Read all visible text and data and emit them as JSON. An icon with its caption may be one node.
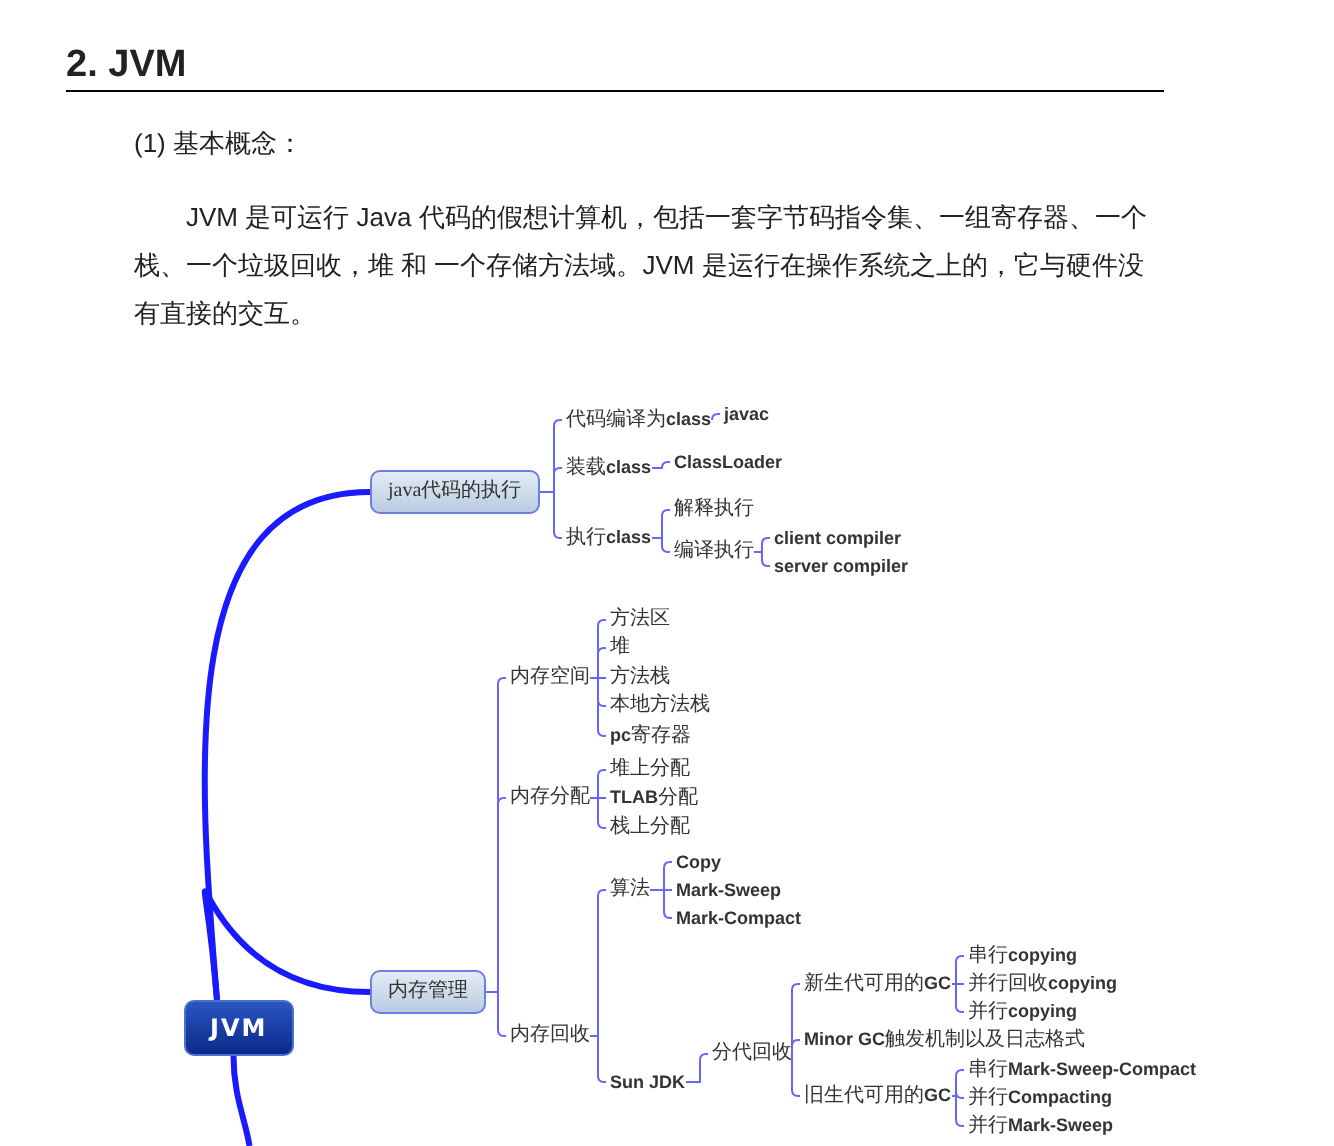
{
  "diagram": {
    "title": "2. JVM",
    "nodes": [
      {
        "text": [
          "JVM"
        ]
      },
      {
        "text": [
          "java代码的执行"
        ]
      },
      {
        "text": [
          "代码编译为**class**"
        ]
      },
      {
        "text": [
          "javac"
        ]
      },
      {
        "text": [
          "装载**class**"
        ]
      },
      {
        "text": [
          "ClassLoader"
        ]
      },
      {
        "text": [
          "执行**class**"
        ]
      },
      {
        "text": [
          "解释执行"
        ]
      },
      {
        "text": [
          "编译执行"
        ]
      },
      {
        "text": [
          "client compiler"
        ]
      },
      {
        "text": [
          "server compiler"
        ]
      },
      {
        "text": [
          "内存管理"
        ]
      },
      {
        "text": [
          "内存空间"
        ]
      },
      {
        "text": [
          "方法区"
        ]
      },
      {
        "text": [
          "堆"
        ]
      },
      {
        "text": [
          "方法栈"
        ]
      },
      {
        "text": [
          "本地方法栈"
        ]
      },
      {
        "text": [
          "**pc**寄存器"
        ]
      },
      {
        "text": [
          "内存分配"
        ]
      },
      {
        "text": [
          "堆上分配"
        ]
      },
      {
        "text": [
          "**TLAB**分配"
        ]
      },
      {
        "text": [
          "栈上分配"
        ]
      },
      {
        "text": [
          "内存回收"
        ]
      },
      {
        "text": [
          "算法"
        ]
      },
      {
        "text": [
          "Copy"
        ]
      },
      {
        "text": [
          "Mark-Sweep"
        ]
      },
      {
        "text": [
          "Mark-Compact"
        ]
      },
      {
        "text": [
          "Sun JDK"
        ]
      },
      {
        "text": [
          "分代回收"
        ]
      },
      {
        "text": [
          "新生代可用的**GC**"
        ]
      },
      {
        "text": [
          "串行**copying**"
        ]
      },
      {
        "text": [
          "并行回收**copying**"
        ]
      },
      {
        "text": [
          "并行**copying**"
        ]
      },
      {
        "text": [
          "**Minor GC**触发机制以及日志格式"
        ]
      },
      {
        "text": [
          "旧生代可用的**GC**"
        ]
      },
      {
        "text": [
          "串行**Mark-Sweep-Compact**"
        ]
      },
      {
        "text": [
          "并行**Compacting**"
        ]
      },
      {
        "text": [
          "并行**Mark-Sweep**"
        ]
      }
    ],
    "edges": [
      {
        "from": 0,
        "to": 1,
        "arrow": "none",
        "style": "thick"
      },
      {
        "from": 0,
        "to": 11,
        "arrow": "none",
        "style": "thick"
      },
      {
        "from": 0,
        "to": null,
        "arrow": "none",
        "style": "thick"
      },
      {
        "from": 1,
        "to": 2,
        "arrow": "none"
      },
      {
        "from": 2,
        "to": 3,
        "arrow": "none"
      },
      {
        "from": 1,
        "to": 4,
        "arrow": "none"
      },
      {
        "from": 4,
        "to": 5,
        "arrow": "none"
      },
      {
        "from": 1,
        "to": 6,
        "arrow": "none"
      },
      {
        "from": 6,
        "to": 7,
        "arrow": "none"
      },
      {
        "from": 6,
        "to": 8,
        "arrow": "none"
      },
      {
        "from": 8,
        "to": 9,
        "arrow": "none"
      },
      {
        "from": 8,
        "to": 10,
        "arrow": "none"
      },
      {
        "from": 11,
        "to": 12,
        "arrow": "none"
      },
      {
        "from": 12,
        "to": 13,
        "arrow": "none"
      },
      {
        "from": 12,
        "to": 14,
        "arrow": "none"
      },
      {
        "from": 12,
        "to": 15,
        "arrow": "none"
      },
      {
        "from": 12,
        "to": 16,
        "arrow": "none"
      },
      {
        "from": 12,
        "to": 17,
        "arrow": "none"
      },
      {
        "from": 11,
        "to": 18,
        "arrow": "none"
      },
      {
        "from": 18,
        "to": 19,
        "arrow": "none"
      },
      {
        "from": 18,
        "to": 20,
        "arrow": "none"
      },
      {
        "from": 18,
        "to": 21,
        "arrow": "none"
      },
      {
        "from": 11,
        "to": 22,
        "arrow": "none"
      },
      {
        "from": 22,
        "to": 23,
        "arrow": "none"
      },
      {
        "from": 23,
        "to": 24,
        "arrow": "none"
      },
      {
        "from": 23,
        "to": 25,
        "arrow": "none"
      },
      {
        "from": 23,
        "to": 26,
        "arrow": "none"
      },
      {
        "from": 22,
        "to": 27,
        "arrow": "none"
      },
      {
        "from": 27,
        "to": 28,
        "arrow": "none"
      },
      {
        "from": 28,
        "to": 29,
        "arrow": "none"
      },
      {
        "from": 29,
        "to": 30,
        "arrow": "none"
      },
      {
        "from": 29,
        "to": 31,
        "arrow": "none"
      },
      {
        "from": 29,
        "to": 32,
        "arrow": "none"
      },
      {
        "from": 28,
        "to": 33,
        "arrow": "none"
      },
      {
        "from": 28,
        "to": 34,
        "arrow": "none"
      },
      {
        "from": 34,
        "to": 35,
        "arrow": "none"
      },
      {
        "from": 34,
        "to": 36,
        "arrow": "none"
      },
      {
        "from": 34,
        "to": 37,
        "arrow": "none"
      }
    ],
    "labels": [
      "(1) 基本概念：",
      "JVM 是可运行 Java 代码的假想计算机，包括一套字节码指令集、一组寄存器、一个栈、一个垃圾回收，堆 和 一个存储方法域。JVM 是运行在操作系统之上的，它与硬件没有直接的交互。"
    ]
  }
}
